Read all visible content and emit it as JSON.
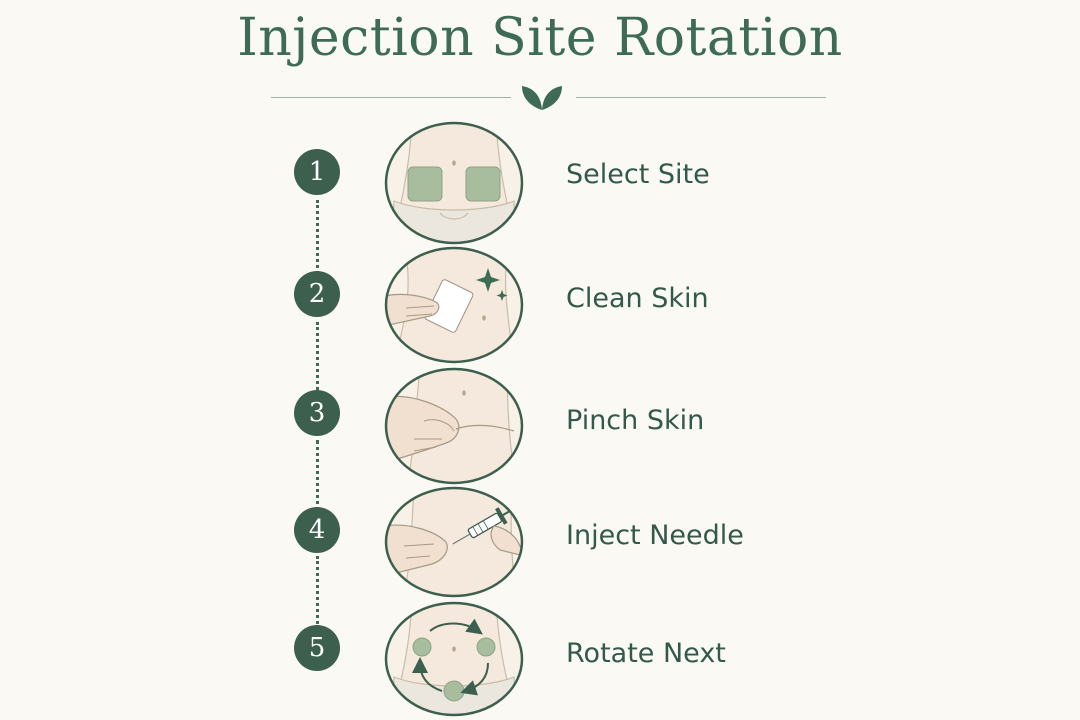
{
  "title": "Injection Site Rotation",
  "steps": [
    {
      "number": "1",
      "label": "Select Site"
    },
    {
      "number": "2",
      "label": "Clean Skin"
    },
    {
      "number": "3",
      "label": "Pinch Skin"
    },
    {
      "number": "4",
      "label": "Inject Needle"
    },
    {
      "number": "5",
      "label": "Rotate Next"
    }
  ],
  "colors": {
    "accent": "#3d5f4d",
    "text": "#33594a",
    "background": "#fbf9f4",
    "skin": "#f4e9dc",
    "site": "#a8bd9e"
  },
  "icons": [
    "leaf-ornament-icon",
    "abdomen-sites-icon",
    "alcohol-swab-icon",
    "pinch-hand-icon",
    "syringe-icon",
    "rotation-arrows-icon"
  ]
}
